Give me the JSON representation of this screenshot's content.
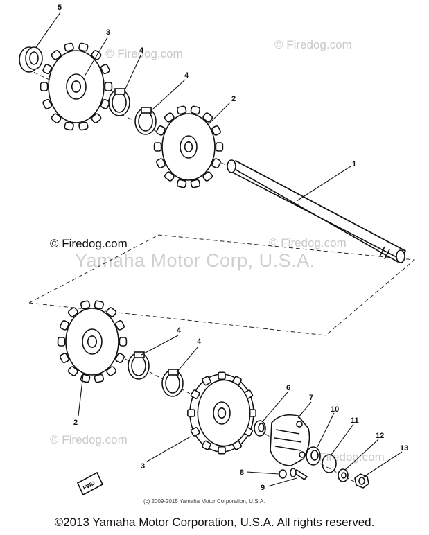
{
  "watermarks": {
    "firedog_1": "© Firedog.com",
    "firedog_2": "© Firedog.com",
    "firedog_3": "© Firedog.com",
    "firedog_4": "© Firedog.com",
    "firedog_5": "© Firedog.com",
    "firedog_6": "© Firedog.com",
    "yamaha": "Yamaha Motor Corp, U.S.A."
  },
  "parts": {
    "p1": "1",
    "p2_top": "2",
    "p2_bottom": "2",
    "p3_top": "3",
    "p3_bottom": "3",
    "p4_a": "4",
    "p4_b": "4",
    "p4_c": "4",
    "p4_d": "4",
    "p5": "5",
    "p6": "6",
    "p7": "7",
    "p8": "8",
    "p9": "9",
    "p10": "10",
    "p11": "11",
    "p12": "12",
    "p13": "13"
  },
  "fwd_label": "FWD",
  "small_copyright": "(c) 2009-2015 Yamaha Motor Corporation, U.S.A.",
  "footer": "©2013 Yamaha Motor Corporation, U.S.A. All rights reserved."
}
